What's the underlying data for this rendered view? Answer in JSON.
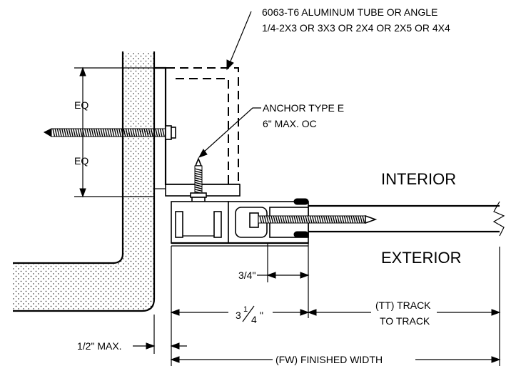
{
  "labels": {
    "tube_line1": "6063-T6 ALUMINUM TUBE OR ANGLE",
    "tube_line2": "1/4-2X3 OR 3X3 OR 2X4 OR 2X5 OR 4X4",
    "eq_top": "EQ",
    "eq_bottom": "EQ",
    "anchor_line1": "ANCHOR TYPE E",
    "anchor_line2": "6\" MAX. OC",
    "interior": "INTERIOR",
    "exterior": "EXTERIOR",
    "dim_three_quarter": "3/4\"",
    "dim_three": "3",
    "dim_frac_num": "1",
    "dim_frac_den": "4",
    "dim_inch": "\"",
    "track_line1": "(TT) TRACK",
    "track_line2": "TO TRACK",
    "half_max": "1/2\" MAX.",
    "finished_width": "(FW) FINISHED WIDTH"
  }
}
